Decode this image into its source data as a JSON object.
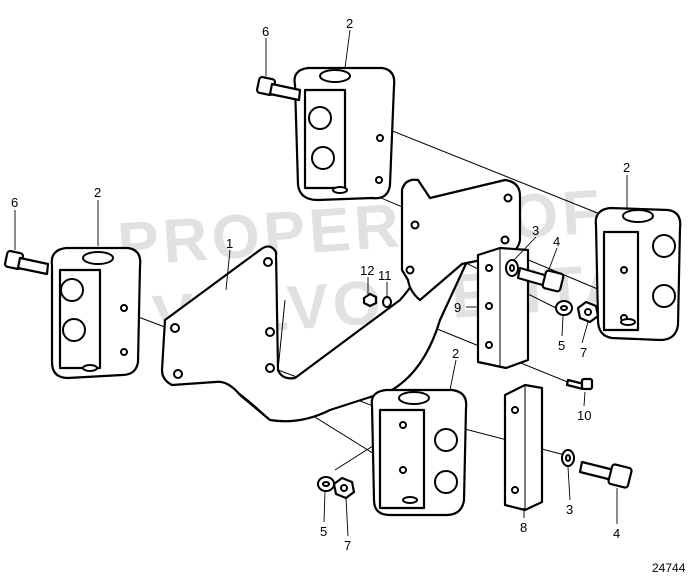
{
  "diagram": {
    "figure_number": "24744",
    "watermark": {
      "line1": "PROPERTY OF",
      "line2": "VOLVO PENTA"
    },
    "callouts": [
      "1",
      "2",
      "2",
      "2",
      "2",
      "3",
      "3",
      "4",
      "4",
      "5",
      "5",
      "6",
      "6",
      "7",
      "7",
      "8",
      "9",
      "10",
      "11",
      "12"
    ]
  }
}
